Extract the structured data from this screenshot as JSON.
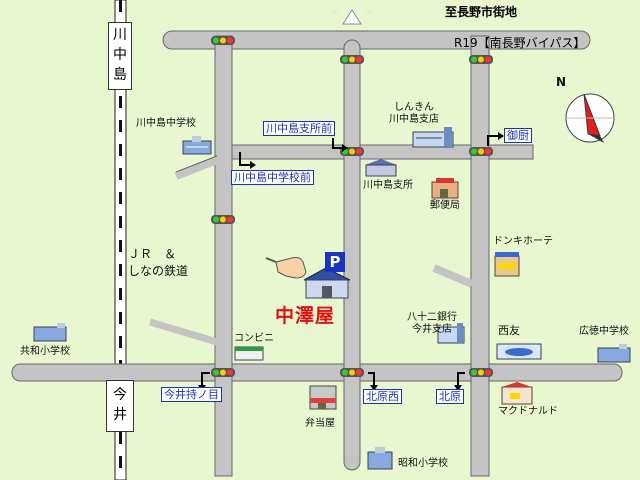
{
  "destination": "至長野市街地",
  "route": "R19【南長野バイパス】",
  "station": "川\n中\n島",
  "station2": "今\n井",
  "railway": "ＪＲ　＆\nしなの鉄道",
  "store_name": "中澤屋",
  "parking": "P",
  "compass": "N",
  "bus_stops": {
    "kawanakajima_shisho_mae": "川中島支所前",
    "kawanakajima_chugakko_mae": "川中島中学校前",
    "gomachi": "御厨",
    "imai_mochizuki": "今井持ノ目",
    "kitahara_nishi": "北原西",
    "kitahara": "北原"
  },
  "places": {
    "kawanakajima_chugakko": "川中島中学校",
    "shinkin": "しんきん\n川中島支店",
    "shisho": "川中島支所",
    "yubinkyoku": "郵便局",
    "donki": "ドンキホーテ",
    "hachijuni": "八十二銀行\n今井支店",
    "saiyu": "西友",
    "kotoku": "広徳中学校",
    "kyowa": "共和小学校",
    "konbini": "コンビニ",
    "bentoya": "弁当屋",
    "mcdonalds": "マクドナルド",
    "showa": "昭和小学校"
  }
}
